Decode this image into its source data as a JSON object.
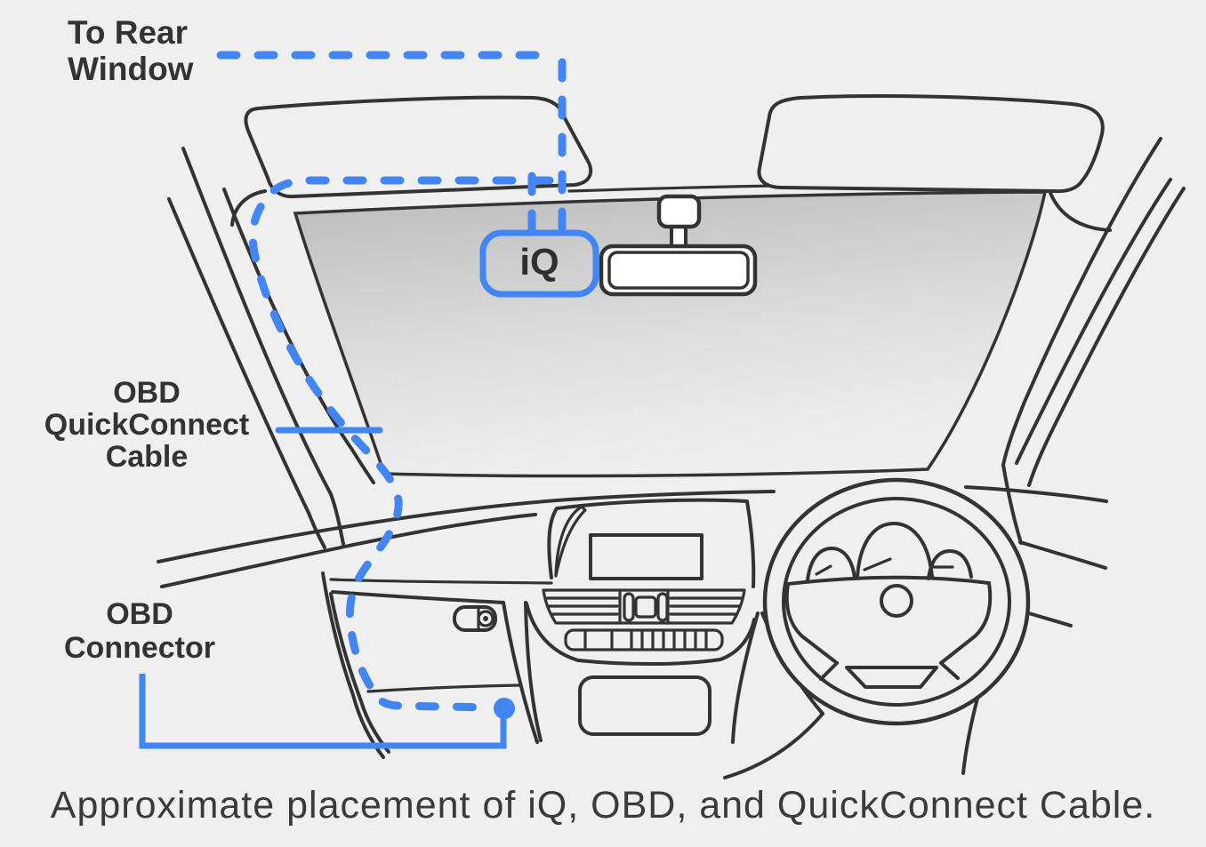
{
  "labels": {
    "rear_window": "To Rear\nWindow",
    "quickconnect_cable": "OBD\nQuickConnect\nCable",
    "obd_connector": "OBD\nConnector",
    "device": "iQ"
  },
  "caption": "Approximate placement of iQ, OBD, and QuickConnect Cable.",
  "colors": {
    "cable_accent_blue": "#4285f4",
    "line_dark": "#333333",
    "background": "#efefef",
    "windshield_gradient_top": "#bcbcbc",
    "windshield_gradient_bottom": "#eeeeee",
    "mirror_white": "#ffffff"
  },
  "illustration_parts": [
    "windshield",
    "left-sun-visor",
    "right-sun-visor",
    "rearview-mirror",
    "dashboard",
    "steering-wheel",
    "instrument-cluster",
    "center-console",
    "glovebox-latch",
    "iq-dash-cam",
    "obd-quickconnect-cable-route",
    "obd-connector"
  ]
}
